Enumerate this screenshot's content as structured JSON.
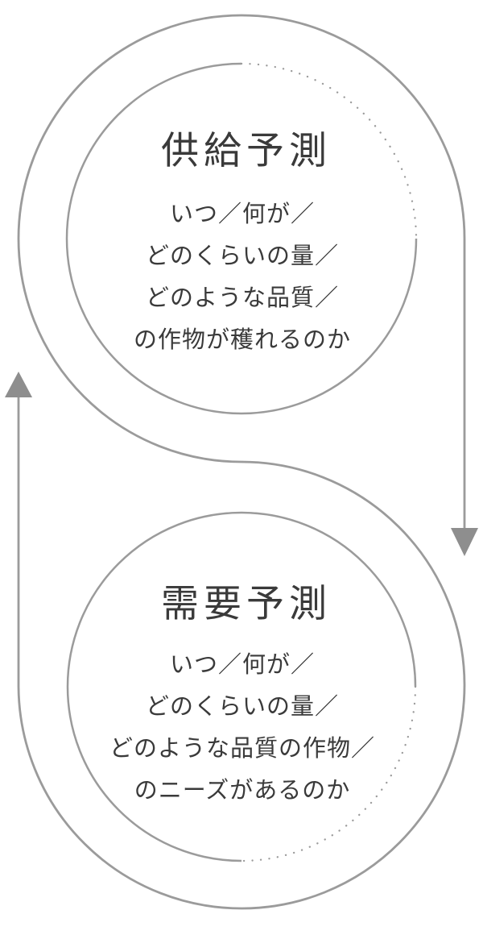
{
  "colors": {
    "line": "#9b9b9b",
    "arrowhead": "#8e8e8e",
    "text": "#3a3a3a",
    "background": "#ffffff"
  },
  "supply_circle": {
    "title": "供給予測",
    "lines": [
      "いつ／何が／",
      "どのくらいの量／",
      "どのような品質／",
      "の作物が穫れるのか"
    ]
  },
  "demand_circle": {
    "title": "需要予測",
    "lines": [
      "いつ／何が／",
      "どのくらいの量／",
      "どのような品質の作物／",
      "のニーズがあるのか"
    ]
  },
  "icons": {
    "down_arrow": "arrow-down-icon",
    "up_arrow": "arrow-up-icon"
  }
}
